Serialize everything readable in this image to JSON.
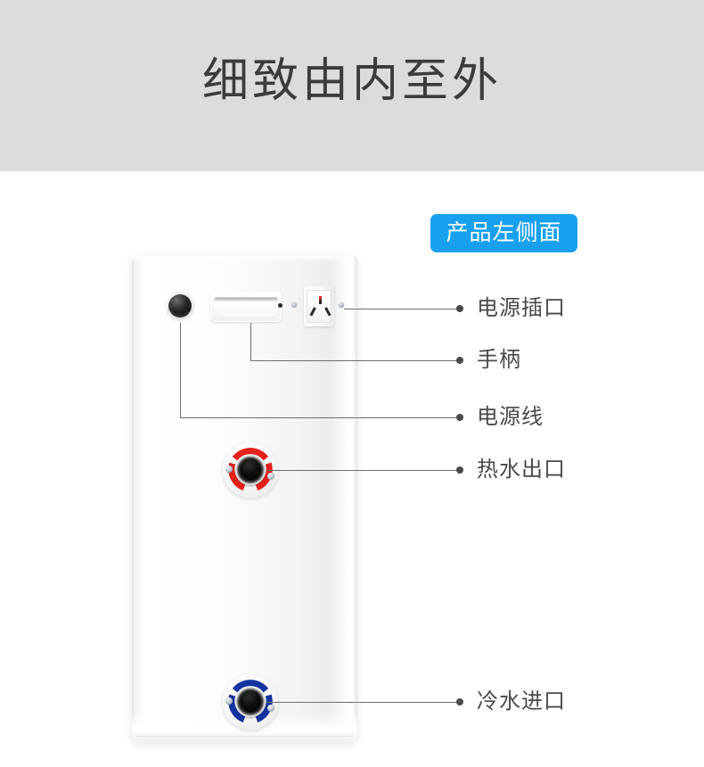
{
  "header": {
    "title": "细致由内至外",
    "background_color": "#dcdcdc",
    "title_color": "#3b3b3b"
  },
  "badge": {
    "label": "产品左侧面",
    "background_color": "#18a0ef",
    "text_color": "#ffffff"
  },
  "product": {
    "view_name": "water-heater-left-side-panel",
    "panel_color": "#ffffff"
  },
  "callouts": [
    {
      "id": "power-socket",
      "label": "电源插口",
      "target": "socket",
      "line_type": "straight"
    },
    {
      "id": "handle",
      "label": "手柄",
      "target": "handle",
      "line_type": "elbow"
    },
    {
      "id": "power-cord",
      "label": "电源线",
      "target": "grommet",
      "line_type": "elbow"
    },
    {
      "id": "hot-water-outlet",
      "label": "热水出口",
      "target": "hot-port",
      "line_type": "straight",
      "ring_color": "#e3211a"
    },
    {
      "id": "cold-water-inlet",
      "label": "冷水进口",
      "target": "cold-port",
      "line_type": "straight",
      "ring_color": "#1333a0"
    }
  ],
  "colors": {
    "leader_line": "#6e6e6e",
    "bullet": "#4a4a4a",
    "label_text": "#4a4a4a",
    "hot_ring": "#e3211a",
    "cold_ring": "#1333a0",
    "socket_live_slot": "#d8261f"
  }
}
